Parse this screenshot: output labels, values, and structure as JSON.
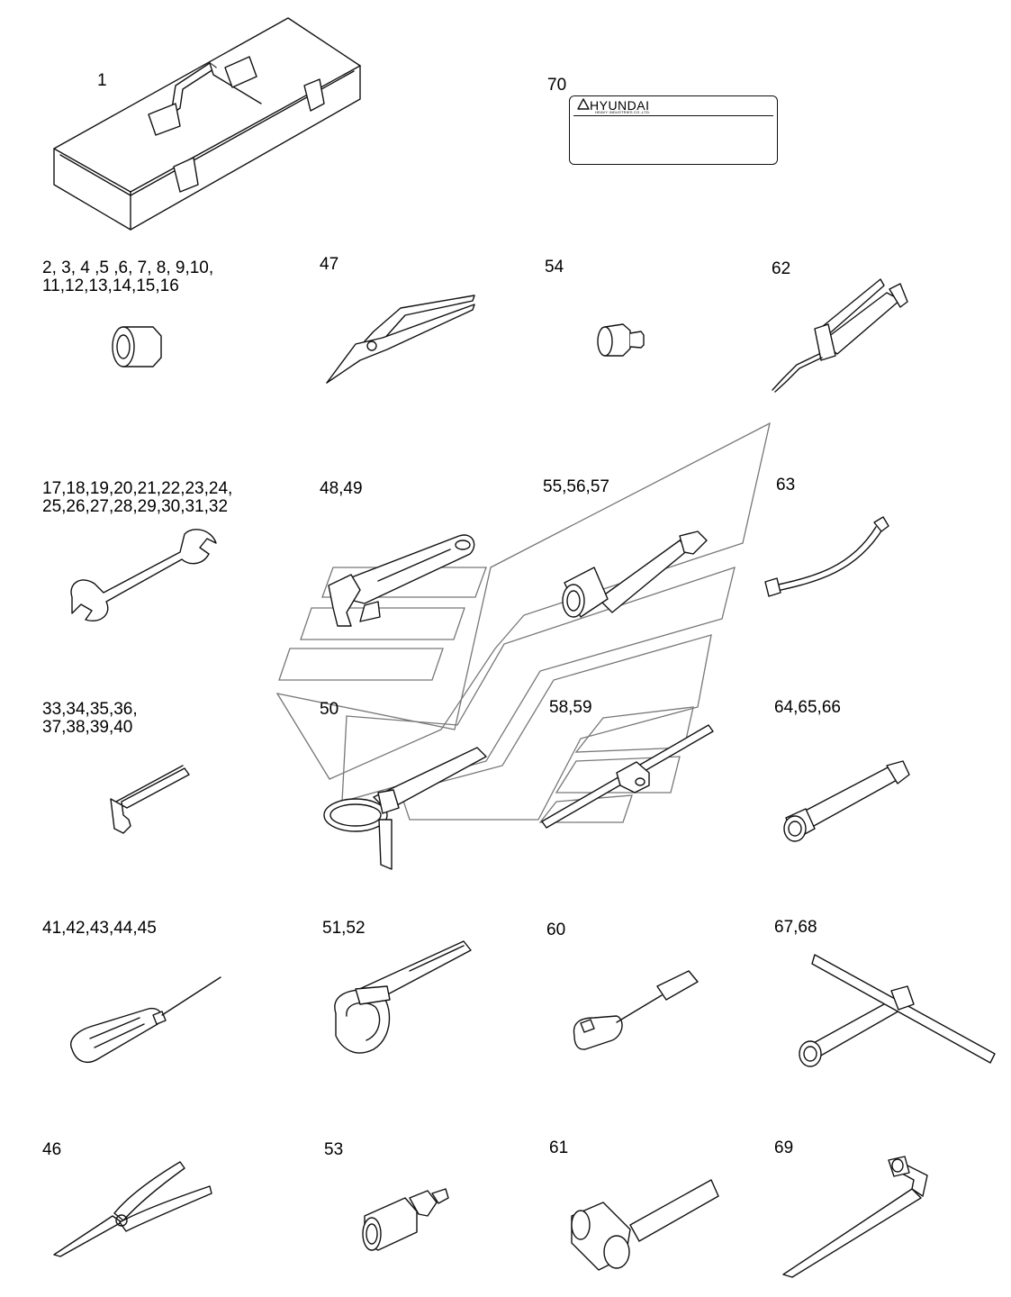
{
  "labels": {
    "p1": "1",
    "p70": "70",
    "sockets": [
      "2, 3, 4 ,5 ,6, 7, 8, 9,10,",
      "11,12,13,14,15,16"
    ],
    "p47": "47",
    "p54": "54",
    "p62": "62",
    "spanners": [
      "17,18,19,20,21,22,23,24,",
      "25,26,27,28,29,30,31,32"
    ],
    "p48_49": "48,49",
    "p55_57": "55,56,57",
    "p63": "63",
    "hex_keys": [
      "33,34,35,36,",
      "37,38,39,40"
    ],
    "p50": "50",
    "p58_59": "58,59",
    "p64_66": "64,65,66",
    "p41_45": "41,42,43,44,45",
    "p51_52": "51,52",
    "p60": "60",
    "p67_68": "67,68",
    "p46": "46",
    "p53": "53",
    "p61": "61",
    "p69": "69"
  },
  "plate": {
    "brand": "HYUNDAI",
    "sub": "HEAVY INDUSTRIES CO.,LTD."
  },
  "icons": {
    "toolbox": "toolbox-icon",
    "socket": "socket-icon",
    "pliers": "pliers-icon",
    "adapter": "socket-adapter-icon",
    "grease_gun": "grease-gun-icon",
    "spanner": "spanner-icon",
    "adjustable_wrench": "adjustable-wrench-icon",
    "extension_socket": "extension-socket-icon",
    "hose": "grease-hose-icon",
    "hex_key": "hex-key-icon",
    "filter_wrench": "filter-wrench-icon",
    "t_bar": "t-bar-icon",
    "box_wrench": "box-wrench-icon",
    "screwdriver": "screwdriver-icon",
    "strap_wrench": "strap-wrench-icon",
    "ratchet": "ratchet-icon",
    "t_handle_wrench": "t-handle-wrench-icon",
    "long_nose_pliers": "long-nose-pliers-icon",
    "universal_joint": "universal-joint-icon",
    "hammer": "hammer-icon",
    "l_wrench": "l-wrench-icon"
  }
}
